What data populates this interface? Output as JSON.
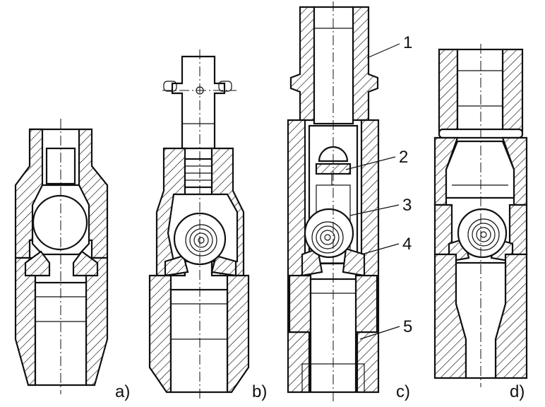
{
  "figure": {
    "valves": [
      {
        "id": "a",
        "caption": "a)"
      },
      {
        "id": "b",
        "caption": "b)"
      },
      {
        "id": "c",
        "caption": "c)"
      },
      {
        "id": "d",
        "caption": "d)"
      }
    ],
    "callouts": [
      "1",
      "2",
      "3",
      "4",
      "5"
    ]
  }
}
